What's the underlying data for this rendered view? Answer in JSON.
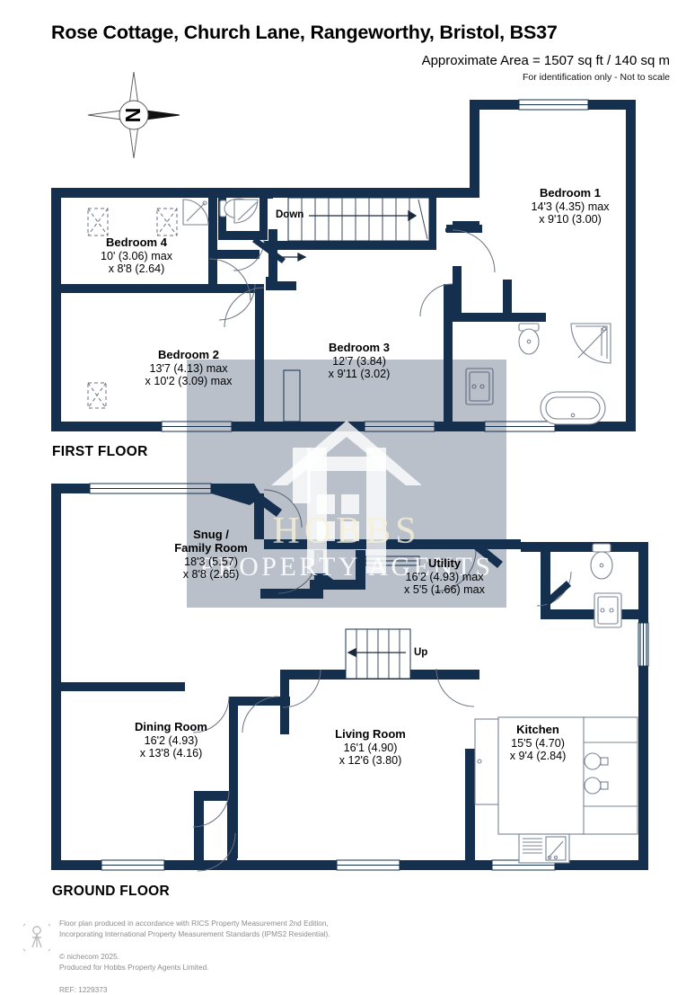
{
  "header": {
    "title": "Rose Cottage, Church Lane, Rangeworthy, Bristol, BS37",
    "area_line": "Approximate Area = 1507 sq ft / 140 sq m",
    "identification_note": "For identification only - Not to scale"
  },
  "compass": {
    "label": "N",
    "name": "north-compass-rose"
  },
  "floors": [
    {
      "id": "first",
      "label": "FIRST FLOOR",
      "stair_direction": "Down",
      "rooms": [
        {
          "name": "Bedroom 4",
          "dim_imperial": "10' (3.06) max",
          "dim_metric": "x 8'8 (2.64)"
        },
        {
          "name": "Bedroom 2",
          "dim_imperial": "13'7 (4.13) max",
          "dim_metric": "x 10'2 (3.09) max"
        },
        {
          "name": "Bedroom 3",
          "dim_imperial": "12'7 (3.84)",
          "dim_metric": "x 9'11 (3.02)"
        },
        {
          "name": "Bedroom 1",
          "dim_imperial": "14'3 (4.35) max",
          "dim_metric": "x 9'10 (3.00)"
        }
      ]
    },
    {
      "id": "ground",
      "label": "GROUND FLOOR",
      "stair_direction": "Up",
      "rooms": [
        {
          "name": "Snug /|Family Room",
          "dim_imperial": "18'3 (5.57)",
          "dim_metric": "x 8'8 (2.65)"
        },
        {
          "name": "Utility",
          "dim_imperial": "16'2 (4.93) max",
          "dim_metric": "x 5'5 (1.66) max"
        },
        {
          "name": "Dining Room",
          "dim_imperial": "16'2 (4.93)",
          "dim_metric": "x 13'8 (4.16)"
        },
        {
          "name": "Living Room",
          "dim_imperial": "16'1 (4.90)",
          "dim_metric": "x 12'6 (3.80)"
        },
        {
          "name": "Kitchen",
          "dim_imperial": "15'5 (4.70)",
          "dim_metric": "x 9'4 (2.84)"
        }
      ]
    }
  ],
  "rooms_flat": {
    "bedroom4": {
      "name": "Bedroom 4",
      "d1": "10' (3.06) max",
      "d2": "x 8'8 (2.64)"
    },
    "bedroom2": {
      "name": "Bedroom 2",
      "d1": "13'7 (4.13) max",
      "d2": "x 10'2 (3.09) max"
    },
    "bedroom3": {
      "name": "Bedroom 3",
      "d1": "12'7 (3.84)",
      "d2": "x 9'11 (3.02)"
    },
    "bedroom1": {
      "name": "Bedroom 1",
      "d1": "14'3 (4.35) max",
      "d2": "x 9'10 (3.00)"
    },
    "snug": {
      "name1": "Snug /",
      "name2": "Family Room",
      "d1": "18'3 (5.57)",
      "d2": "x 8'8 (2.65)"
    },
    "utility": {
      "name": "Utility",
      "d1": "16'2 (4.93) max",
      "d2": "x 5'5 (1.66) max"
    },
    "dining": {
      "name": "Dining Room",
      "d1": "16'2 (4.93)",
      "d2": "x 13'8 (4.16)"
    },
    "living": {
      "name": "Living Room",
      "d1": "16'1 (4.90)",
      "d2": "x 12'6 (3.80)"
    },
    "kitchen": {
      "name": "Kitchen",
      "d1": "15'5 (4.70)",
      "d2": "x 9'4 (2.84)"
    }
  },
  "labels": {
    "first_floor": "FIRST FLOOR",
    "ground_floor": "GROUND FLOOR",
    "stairs_down": "Down",
    "stairs_up": "Up"
  },
  "watermark": {
    "line1": "HOBBS",
    "line2": "PROPERTY AGENTS"
  },
  "footer": {
    "line1": "Floor plan produced in accordance with RICS Property Measurement 2nd Edition,",
    "line2": "Incorporating International Property Measurement Standards (IPMS2 Residential).",
    "copyright": "© nichecom 2025.",
    "line3": "Produced for Hobbs Property Agents Limited.",
    "ref": "REF: 1229373"
  },
  "colors": {
    "wall": "#14304e",
    "wall_dark": "#132f4d",
    "text": "#000000",
    "footer_text": "#8c8c8c",
    "watermark_overlay": "rgba(27,48,79,0.30)",
    "watermark_gold": "#f2ecd2",
    "background": "#ffffff"
  }
}
